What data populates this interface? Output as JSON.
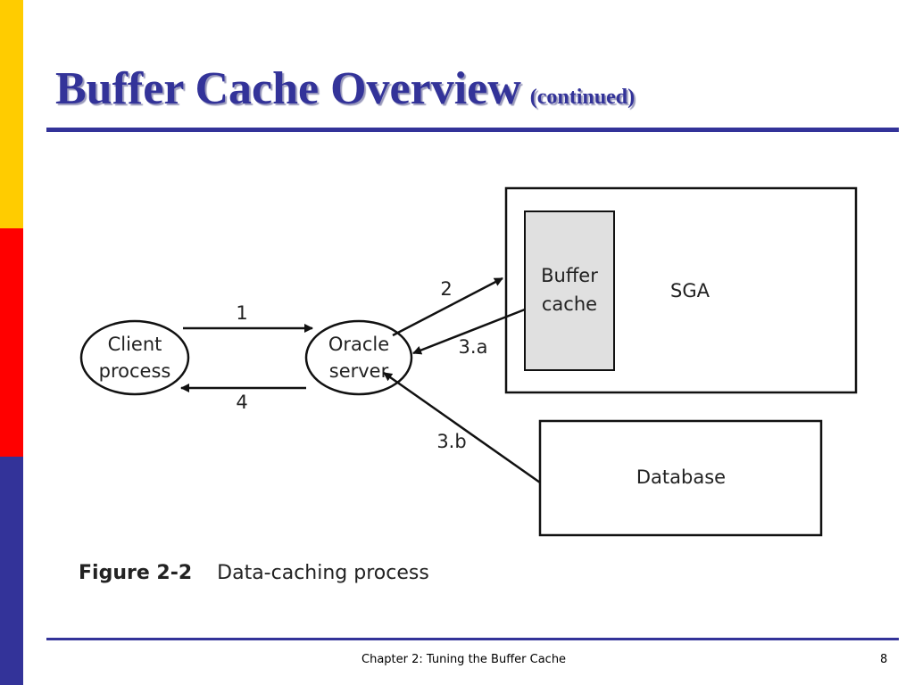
{
  "slide": {
    "title": "Buffer Cache Overview",
    "subtitle": "(continued)",
    "footer": "Chapter 2: Tuning the Buffer Cache",
    "page_number": "8"
  },
  "diagram": {
    "nodes": {
      "client_line1": "Client",
      "client_line2": "process",
      "oracle_line1": "Oracle",
      "oracle_line2": "server",
      "buffer_line1": "Buffer",
      "buffer_line2": "cache",
      "sga": "SGA",
      "database": "Database"
    },
    "arrows": {
      "a1": "1",
      "a2": "2",
      "a3a": "3.a",
      "a3b": "3.b",
      "a4": "4"
    },
    "caption_number": "Figure 2-2",
    "caption_text": "Data-caching process"
  },
  "colors": {
    "accent": "#333399",
    "stripe_yellow": "#ffcc00",
    "stripe_red": "#ff0000",
    "stripe_blue": "#333399",
    "buffer_fill": "#e0e0e0"
  }
}
